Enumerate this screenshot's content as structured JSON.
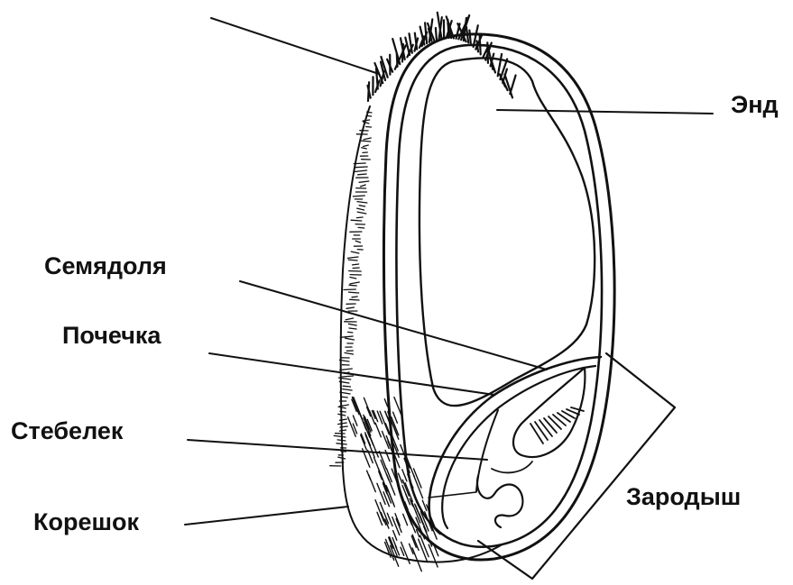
{
  "diagram": {
    "labels": {
      "endosperm": "Энд",
      "cotyledon": "Семядоля",
      "bud": "Почечка",
      "stem": "Стебелек",
      "root": "Корешок",
      "embryo": "Зародыш"
    },
    "colors": {
      "ink": "#111111",
      "background": "#ffffff"
    }
  }
}
